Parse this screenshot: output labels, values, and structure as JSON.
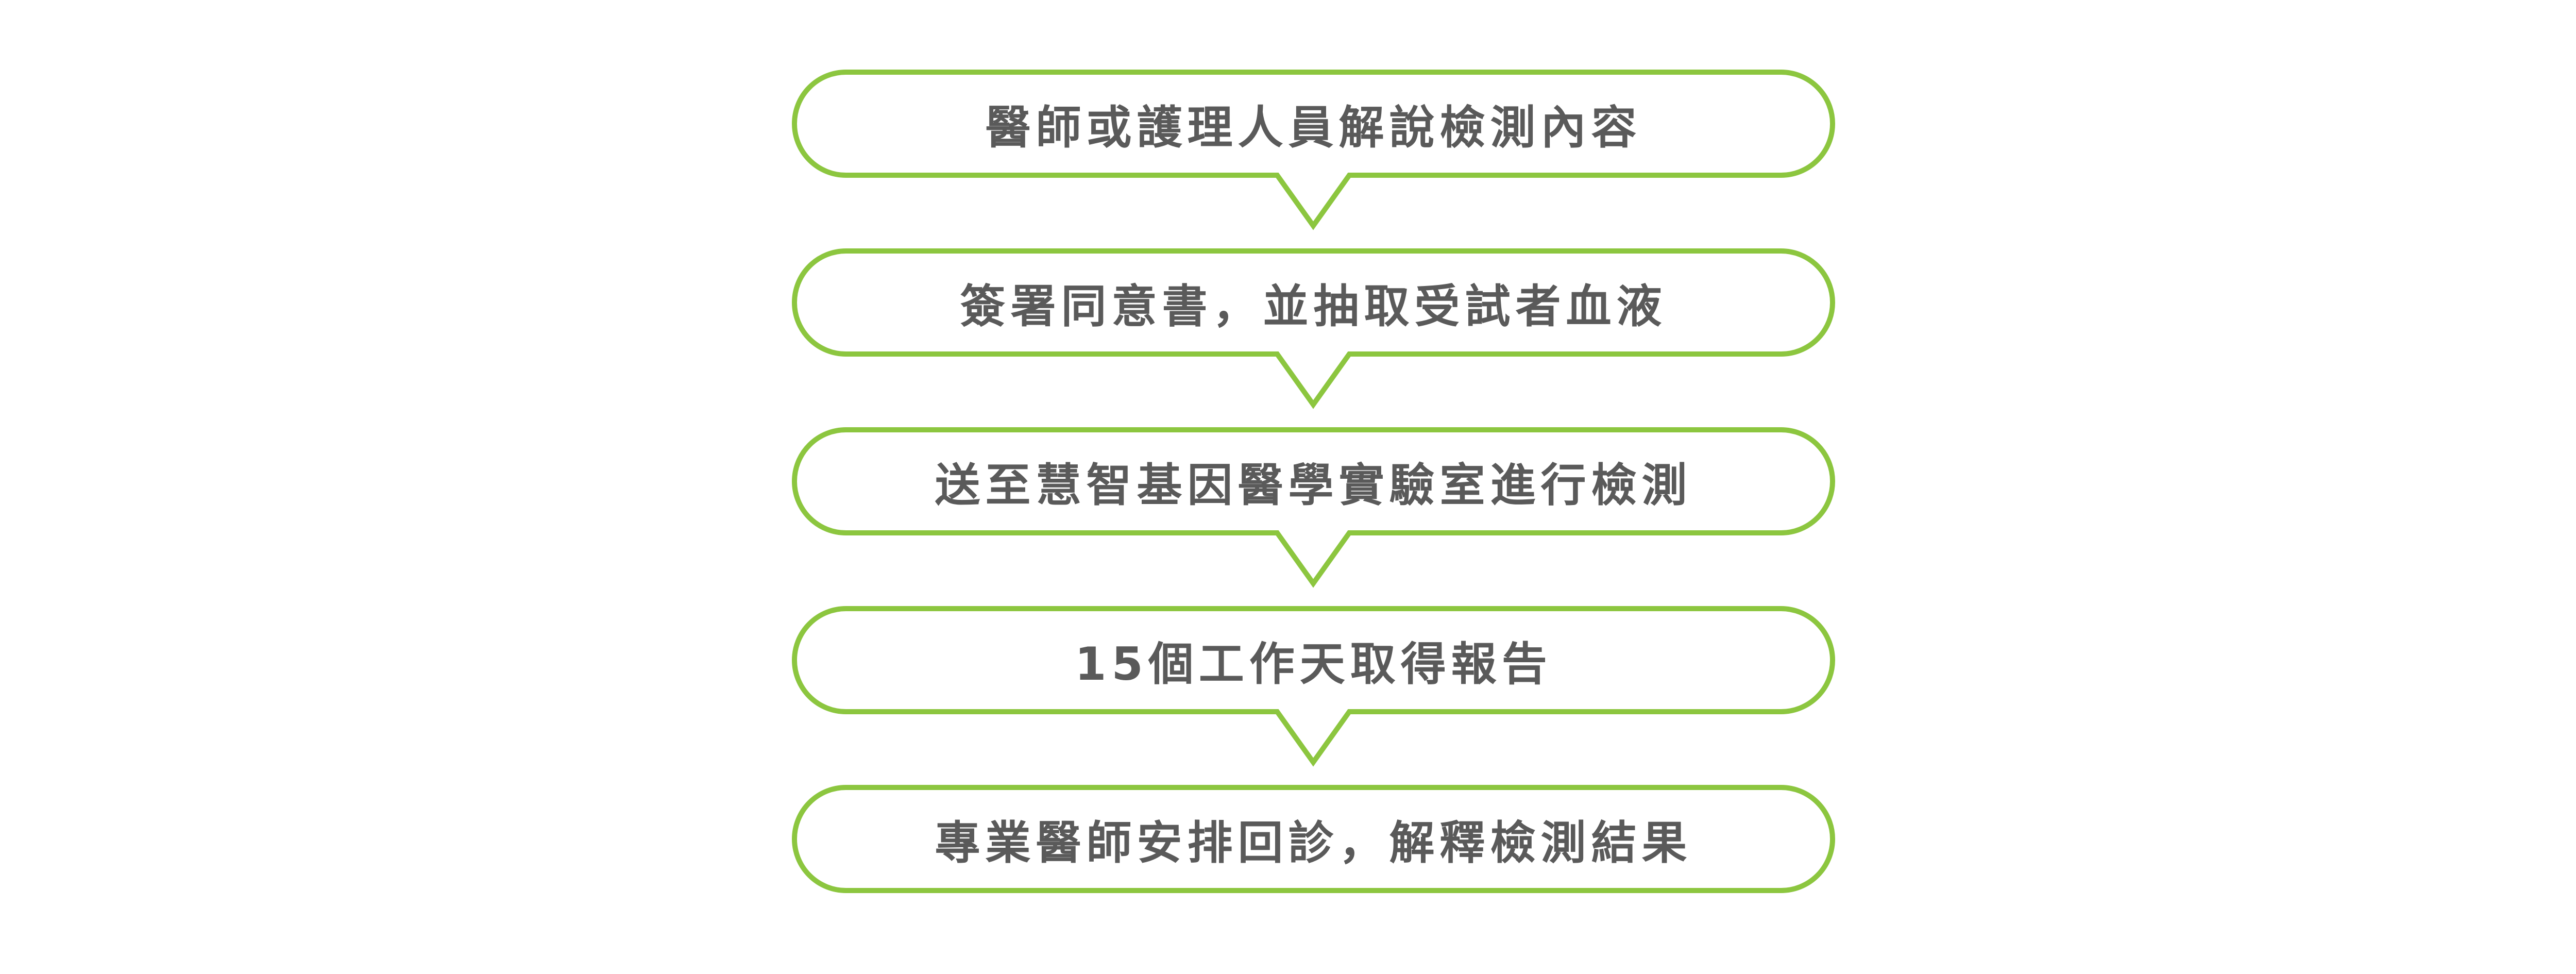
{
  "colors": {
    "border": "#8cc63f",
    "text": "#5a5a5a",
    "background": "#ffffff"
  },
  "steps": [
    {
      "label": "醫師或護理人員解說檢測內容"
    },
    {
      "label": "簽署同意書，並抽取受試者血液"
    },
    {
      "label": "送至慧智基因醫學實驗室進行檢測"
    },
    {
      "label": "15個工作天取得報告"
    },
    {
      "label": "專業醫師安排回診，解釋檢測結果"
    }
  ]
}
